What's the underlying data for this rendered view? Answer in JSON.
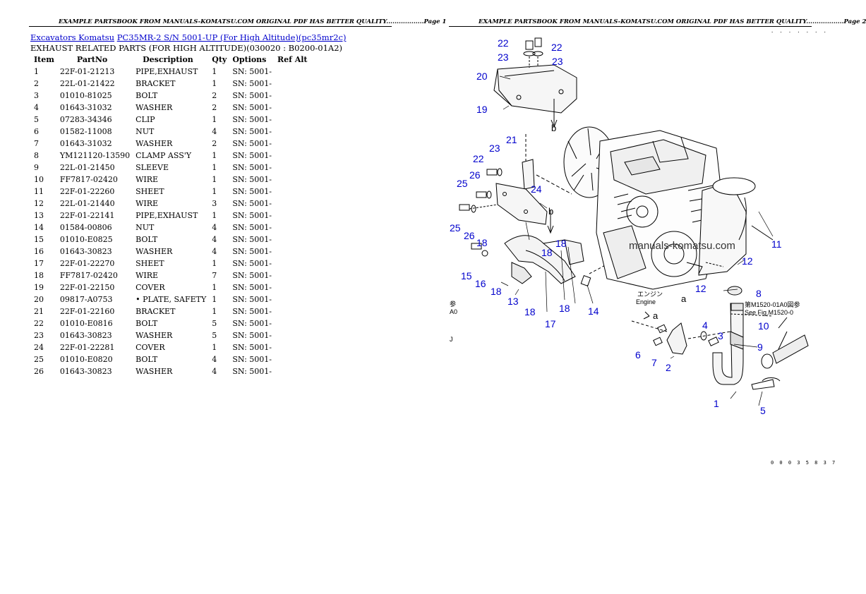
{
  "page1": {
    "header": "EXAMPLE PARTSBOOK FROM MANUALS-KOMATSU.COM ORIGINAL PDF HAS BETTER QUALITY..................Page 1",
    "breadcrumb": {
      "link1": "Excavators Komatsu",
      "link2": "PC35MR-2 S/N 5001-UP (For High Altitude)(pc35mr2c)"
    },
    "subtitle": "EXHAUST RELATED PARTS (FOR HIGH ALTITUDE)(030020 : B0200-01A2)",
    "table": {
      "headers": [
        "Item",
        "PartNo",
        "Description",
        "Qty",
        "Options",
        "Ref Alt"
      ],
      "rows": [
        [
          "1",
          "22F-01-21213",
          "PIPE,EXHAUST",
          "1",
          "SN: 5001-",
          ""
        ],
        [
          "2",
          "22L-01-21422",
          "BRACKET",
          "1",
          "SN: 5001-",
          ""
        ],
        [
          "3",
          "01010-81025",
          "BOLT",
          "2",
          "SN: 5001-",
          ""
        ],
        [
          "4",
          "01643-31032",
          "WASHER",
          "2",
          "SN: 5001-",
          ""
        ],
        [
          "5",
          "07283-34346",
          "CLIP",
          "1",
          "SN: 5001-",
          ""
        ],
        [
          "6",
          "01582-11008",
          "NUT",
          "4",
          "SN: 5001-",
          ""
        ],
        [
          "7",
          "01643-31032",
          "WASHER",
          "2",
          "SN: 5001-",
          ""
        ],
        [
          "8",
          "YM121120-13590",
          "CLAMP ASS'Y",
          "1",
          "SN: 5001-",
          ""
        ],
        [
          "9",
          "22L-01-21450",
          "SLEEVE",
          "1",
          "SN: 5001-",
          ""
        ],
        [
          "10",
          "FF7817-02420",
          "WIRE",
          "1",
          "SN: 5001-",
          ""
        ],
        [
          "11",
          "22F-01-22260",
          "SHEET",
          "1",
          "SN: 5001-",
          ""
        ],
        [
          "12",
          "22L-01-21440",
          "WIRE",
          "3",
          "SN: 5001-",
          ""
        ],
        [
          "13",
          "22F-01-22141",
          "PIPE,EXHAUST",
          "1",
          "SN: 5001-",
          ""
        ],
        [
          "14",
          "01584-00806",
          "NUT",
          "4",
          "SN: 5001-",
          ""
        ],
        [
          "15",
          "01010-E0825",
          "BOLT",
          "4",
          "SN: 5001-",
          ""
        ],
        [
          "16",
          "01643-30823",
          "WASHER",
          "4",
          "SN: 5001-",
          ""
        ],
        [
          "17",
          "22F-01-22270",
          "SHEET",
          "1",
          "SN: 5001-",
          ""
        ],
        [
          "18",
          "FF7817-02420",
          "WIRE",
          "7",
          "SN: 5001-",
          ""
        ],
        [
          "19",
          "22F-01-22150",
          "COVER",
          "1",
          "SN: 5001-",
          ""
        ],
        [
          "20",
          "09817-A0753",
          "• PLATE, SAFETY",
          "1",
          "SN: 5001-",
          ""
        ],
        [
          "21",
          "22F-01-22160",
          "BRACKET",
          "1",
          "SN: 5001-",
          ""
        ],
        [
          "22",
          "01010-E0816",
          "BOLT",
          "5",
          "SN: 5001-",
          ""
        ],
        [
          "23",
          "01643-30823",
          "WASHER",
          "5",
          "SN: 5001-",
          ""
        ],
        [
          "24",
          "22F-01-22281",
          "COVER",
          "1",
          "SN: 5001-",
          ""
        ],
        [
          "25",
          "01010-E0820",
          "BOLT",
          "4",
          "SN: 5001-",
          ""
        ],
        [
          "26",
          "01643-30823",
          "WASHER",
          "4",
          "SN: 5001-",
          ""
        ]
      ]
    }
  },
  "page2": {
    "header": "EXAMPLE PARTSBOOK FROM MANUALS-KOMATSU.COM ORIGINAL PDF HAS BETTER QUALITY..................Page 2",
    "top_code": ". . . . . . .",
    "bottom_code": "0 0 0 3 5 8 3 7",
    "diagram": {
      "watermark": "manuals-komatsu.com",
      "engine_jp": "エンジン",
      "engine_en": "Engine",
      "ref_jp": "第M1520-01A0図参",
      "ref_en": "See Fig.M1520-0",
      "left_cut_1": "参",
      "left_cut_2": "A0",
      "left_cut_3": "J",
      "letters": {
        "a1": "a",
        "a2": "a",
        "b1": "b",
        "b2": "b"
      },
      "callouts": {
        "n1": "1",
        "n2": "2",
        "n3": "3",
        "n4": "4",
        "n5": "5",
        "n6": "6",
        "n7": "7",
        "n8": "8",
        "n9": "9",
        "n10": "10",
        "n11": "11",
        "n12a": "12",
        "n12b": "12",
        "n13": "13",
        "n14": "14",
        "n15": "15",
        "n16": "16",
        "n17": "17",
        "n18a": "18",
        "n18b": "18",
        "n18c": "18",
        "n18d": "18",
        "n18e": "18",
        "n18f": "18",
        "n19": "19",
        "n20": "20",
        "n21": "21",
        "n22a": "22",
        "n22b": "22",
        "n22c": "22",
        "n23a": "23",
        "n23b": "23",
        "n23c": "23",
        "n24": "24",
        "n25a": "25",
        "n25b": "25",
        "n26a": "26",
        "n26b": "26"
      }
    }
  },
  "colors": {
    "link": "#0000cc",
    "callout": "#0000cc"
  }
}
